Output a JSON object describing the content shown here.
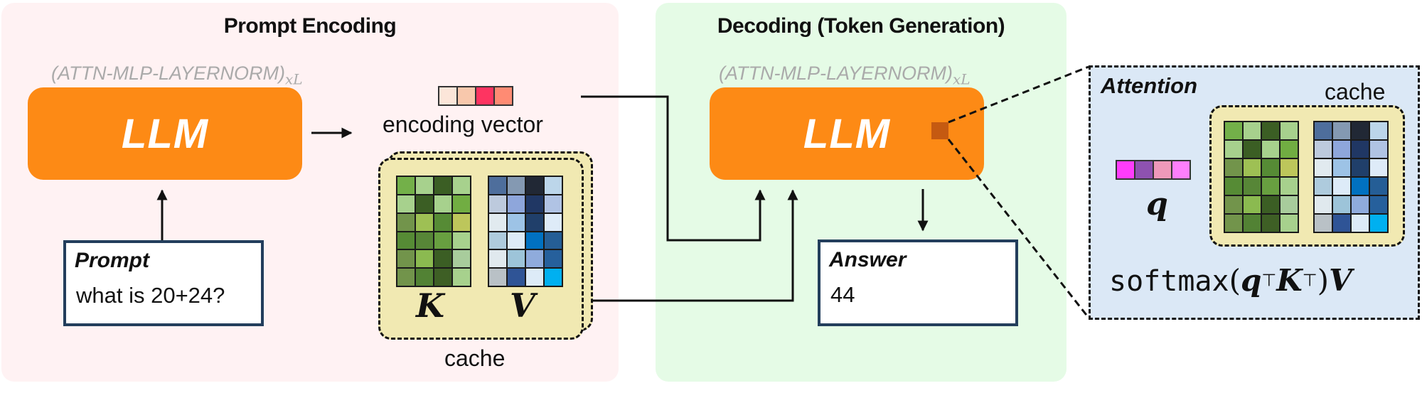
{
  "encode_panel": {
    "title": "Prompt Encoding",
    "layer_label": "(ATTN-MLP-LAYERNORM)",
    "layer_subscript": "xL",
    "llm_label": "LLM",
    "prompt_box": {
      "heading": "Prompt",
      "text": "what is 20+24?"
    },
    "encoding_vector": {
      "label": "encoding vector",
      "colors": [
        "#fce6d9",
        "#f8c8ac",
        "#fe3461",
        "#fe8b73"
      ]
    },
    "cache": {
      "label": "cache",
      "k_symbol": "K",
      "v_symbol": "V"
    }
  },
  "decode_panel": {
    "title": "Decoding (Token Generation)",
    "layer_label": "(ATTN-MLP-LAYERNORM)",
    "layer_subscript": "xL",
    "llm_label": "LLM",
    "answer_box": {
      "heading": "Answer",
      "text": "44"
    }
  },
  "attention_box": {
    "title": "Attention",
    "cache_label": "cache",
    "q_symbol": "q",
    "q_colors": [
      "#fe3cfb",
      "#8e52b0",
      "#ee99ba",
      "#fe7ffc"
    ],
    "formula": {
      "func": "softmax",
      "open": "(",
      "q": "q",
      "t1": "⊤",
      "k": "K",
      "t2": "⊤",
      "close": ")",
      "v": "V"
    }
  },
  "matrices": {
    "K_colors": [
      [
        "#73b049",
        "#a7d18d",
        "#3b5e24",
        "#a7d18d"
      ],
      [
        "#a7d18d",
        "#3b5e24",
        "#a7d18d",
        "#71ad42"
      ],
      [
        "#72944b",
        "#9ec054",
        "#568b35",
        "#bdc65b"
      ],
      [
        "#568b35",
        "#578637",
        "#689f40",
        "#a7d18d"
      ],
      [
        "#72944b",
        "#8bba50",
        "#3b5e24",
        "#a8cc9c"
      ],
      [
        "#72944b",
        "#528234",
        "#3e5f25",
        "#a7d18d"
      ]
    ],
    "V_colors": [
      [
        "#4e6e9c",
        "#8499b2",
        "#212835",
        "#bcd6ea"
      ],
      [
        "#bdcadd",
        "#8ea6db",
        "#203764",
        "#b0c3e4"
      ],
      [
        "#e1eaef",
        "#9dc3e6",
        "#203f6a",
        "#deebf8"
      ],
      [
        "#aecbdd",
        "#ddebf8",
        "#0171c1",
        "#255e96"
      ],
      [
        "#e0e9ee",
        "#9dc4d9",
        "#8fabdc",
        "#26609c"
      ],
      [
        "#b9c1c6",
        "#2f5496",
        "#ddebf7",
        "#00b0f0"
      ]
    ]
  },
  "colors": {
    "llm_orange": "#fd8a15",
    "attn_marker": "#c55a11",
    "box_border": "#233e5c"
  }
}
